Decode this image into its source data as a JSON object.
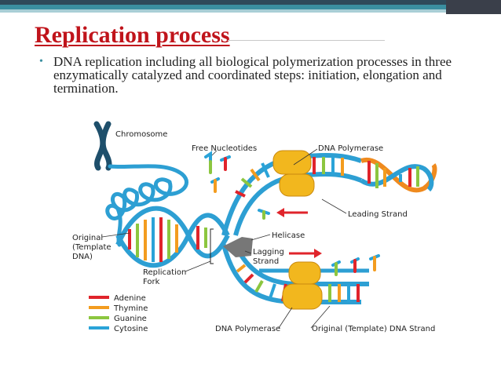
{
  "slide": {
    "title": "Replication process",
    "bullet": "DNA replication including all biological polymerization processes in three enzymatically catalyzed and coordinated steps: initiation, elongation and termination."
  },
  "diagram": {
    "labels": {
      "chromosome": "Chromosome",
      "free_nucleotides": "Free Nucleotides",
      "dna_polymerase_top": "DNA Polymerase",
      "leading_strand": "Leading Strand",
      "helicase": "Helicase",
      "lagging_line1": "Lagging",
      "lagging_line2": "Strand",
      "original_line1": "Original",
      "original_line2": "(Template",
      "original_line3": "DNA)",
      "fork_line1": "Replication",
      "fork_line2": "Fork",
      "dna_polymerase_bottom": "DNA Polymerase",
      "original_template_strand": "Original (Template) DNA Strand"
    },
    "legend": [
      {
        "name": "Adenine",
        "color": "#e0242b"
      },
      {
        "name": "Thymine",
        "color": "#f39c1f"
      },
      {
        "name": "Guanine",
        "color": "#8cc63f"
      },
      {
        "name": "Cytosine",
        "color": "#2aa3d8"
      }
    ],
    "colors": {
      "backbone": "#2d9fd3",
      "backbone_orange": "#ef8a1e",
      "enzyme": "#f2b71e",
      "helicase": "#777777",
      "arrow": "#e0242b",
      "chromosome": "#1e4f6b"
    }
  }
}
